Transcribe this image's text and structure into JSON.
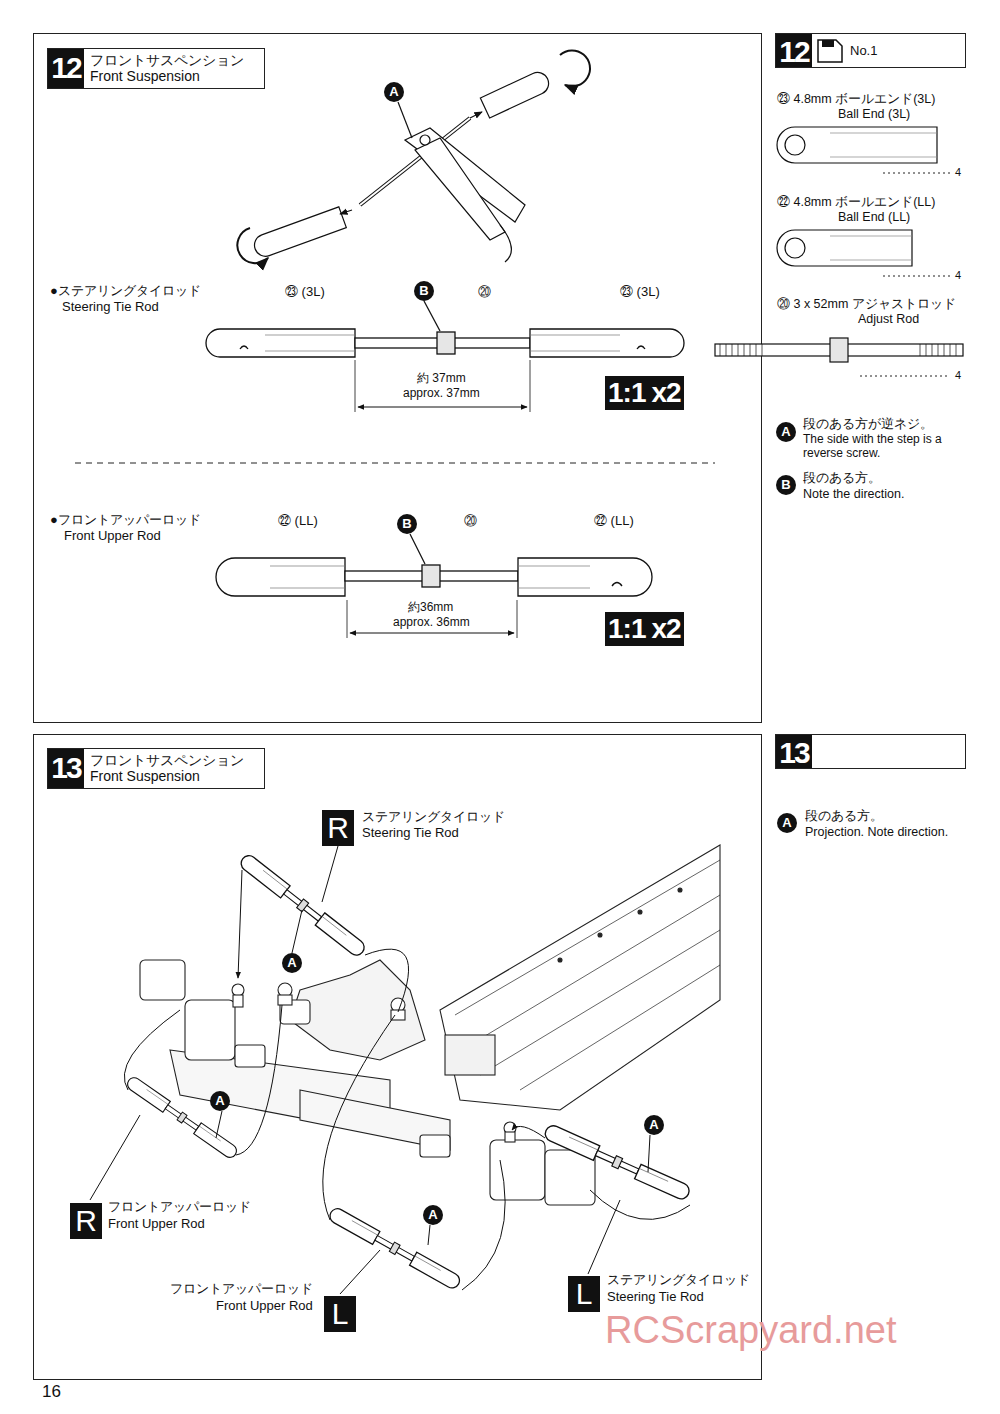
{
  "diagram": {
    "nodes": [
      {
        "text": [
          "12",
          "フロントサスペンション Front Suspension"
        ]
      },
      {
        "text": [
          "12",
          "No.1"
        ]
      },
      {
        "text": [
          "A"
        ]
      },
      {
        "text": [
          "B"
        ]
      },
      {
        "text": [
          "1:1"
        ]
      },
      {
        "text": [
          "x2"
        ]
      },
      {
        "text": [
          "B"
        ]
      },
      {
        "text": [
          "1:1"
        ]
      },
      {
        "text": [
          "x2"
        ]
      },
      {
        "text": [
          "A"
        ]
      },
      {
        "text": [
          "B"
        ]
      },
      {
        "text": [
          "13",
          "フロントサスペンション Front Suspension"
        ]
      },
      {
        "text": [
          "13"
        ]
      },
      {
        "text": [
          "A"
        ]
      },
      {
        "text": [
          "R"
        ]
      },
      {
        "text": [
          "A"
        ]
      },
      {
        "text": [
          "A"
        ]
      },
      {
        "text": [
          "R"
        ]
      },
      {
        "text": [
          "A"
        ]
      },
      {
        "text": [
          "A"
        ]
      },
      {
        "text": [
          "L"
        ]
      },
      {
        "text": [
          "L"
        ]
      }
    ],
    "labels": [
      "●ステアリングタイロッド",
      "Steering Tie Rod",
      "㉓ (3L)",
      "⑳",
      "㉓ (3L)",
      "約 37mm",
      "approx. 37mm",
      "●フロントアッパーロッド",
      "Front Upper Rod",
      "㉒ (LL)",
      "⑳",
      "㉒ (LL)",
      "約36mm",
      "approx. 36mm",
      "㉓ 4.8mm ボールエンド(3L)",
      "Ball End (3L)",
      "4",
      "㉒ 4.8mm ボールエンド(LL)",
      "Ball End (LL)",
      "4",
      "⑳ 3 x 52mm アジャストロッド",
      "Adjust Rod",
      "4",
      "段のある方が逆ネジ。",
      "The side with the step is a reverse screw.",
      "段のある方。",
      "Note the direction.",
      "ステアリングタイロッド",
      "Steering Tie Rod",
      "フロントアッパーロッド",
      "Front Upper Rod",
      "フロントアッパーロッド",
      "Front Upper Rod",
      "ステアリングタイロッド",
      "Steering Tie Rod",
      "段のある方。",
      "Projection. Note direction.",
      "16",
      "RCScrapyard.net"
    ]
  }
}
